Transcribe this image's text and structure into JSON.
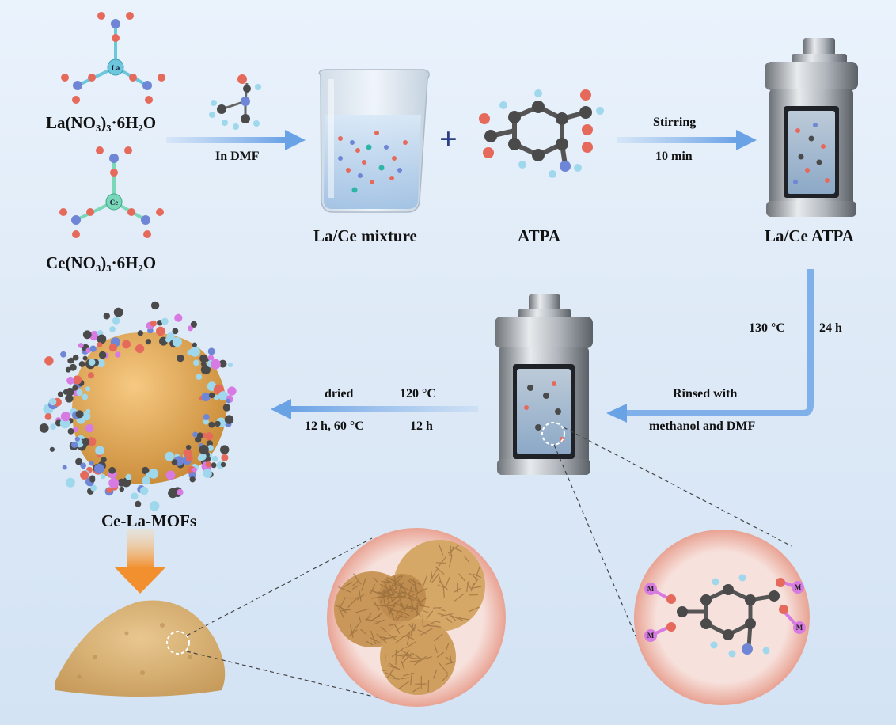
{
  "reagents": {
    "la_formula": "La(NO₃)₃·6H₂O",
    "ce_formula": "Ce(NO₃)₃·6H₂O",
    "la_center": "La",
    "ce_center": "Ce"
  },
  "steps": {
    "solvent_label": "In DMF",
    "beaker_label": "La/Ce mixture",
    "plus": "+",
    "linker_label": "ATPA",
    "stirring": "Stirring",
    "stir_time": "10 min",
    "autoclave_label": "La/Ce ATPA",
    "temp": "130 °C",
    "time": "24 h",
    "rinse_line1": "Rinsed with",
    "rinse_line2": "methanol and DMF",
    "dried": "dried",
    "dry_cond": "12 h, 60 °C",
    "temp2": "120 °C",
    "time2": "12 h",
    "product_label": "Ce-La-MOFs"
  },
  "coordination": {
    "metal_symbol": "M"
  },
  "colors": {
    "arrow_blue": "#7fb0ea",
    "oxygen": "#e56a5c",
    "nitrogen": "#6f86d6",
    "carbon": "#4a4a4a",
    "hydrogen": "#9fd8ec",
    "la_atom": "#6cc7dc",
    "ce_atom": "#7ad7b8",
    "metal": "#d77be3",
    "powder": "#d9b47d",
    "circle_fill": "#f3d3cc",
    "arrow_orange": "#f28f2f"
  }
}
